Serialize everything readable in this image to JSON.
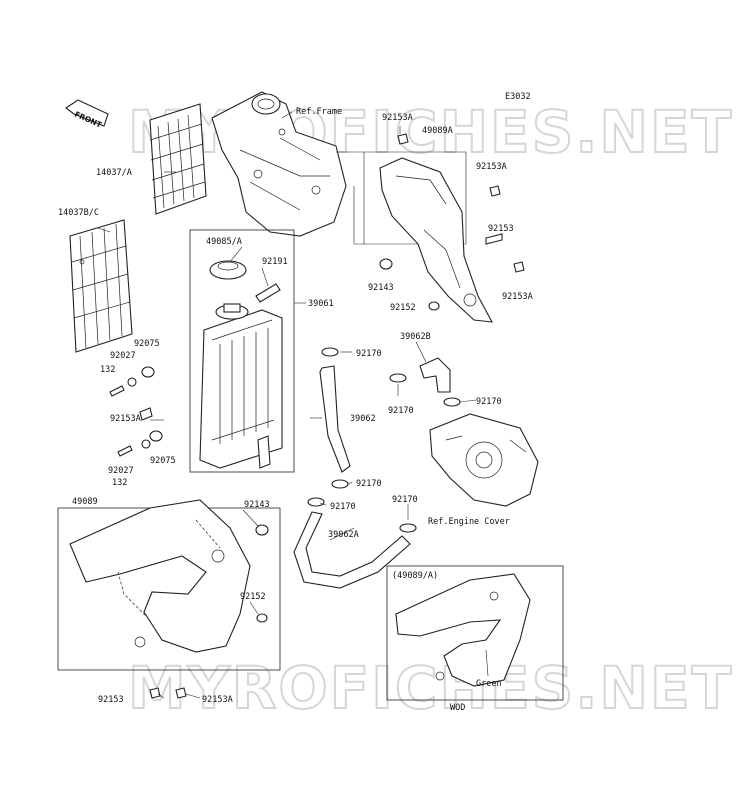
{
  "diagram_code": "E3032",
  "watermark": [
    "MYROFICHES.NET",
    "MYROFICHES.NET"
  ],
  "front_arrow": "FRONT",
  "labels": {
    "ref_frame": "Ref.Frame",
    "p92153A_top": "92153A",
    "p49089A": "49089A",
    "p92153A_r1": "92153A",
    "p92153_r": "92153",
    "p92143_r": "92143",
    "p92152_r": "92152",
    "p92153A_r2": "92153A",
    "p14037A": "14037/A",
    "p14037BC": "14037B/C",
    "p49085A": "49085/A",
    "p92191": "92191",
    "p39061": "39061",
    "p92075_a": "92075",
    "p92027_a": "92027",
    "p132_a": "132",
    "p92153A_l": "92153A",
    "p92075_b": "92075",
    "p92027_b": "92027",
    "p132_b": "132",
    "p39062B": "39062B",
    "p92170_a": "92170",
    "p92170_b": "92170",
    "p92170_c": "92170",
    "p39062": "39062",
    "p92170_d": "92170",
    "p92170_e": "92170",
    "p92170_f": "92170",
    "ref_engine_cover": "Ref.Engine Cover",
    "p39062A": "39062A",
    "p49089": "49089",
    "p92143_b": "92143",
    "p92152_b": "92152",
    "p92153_b": "92153",
    "p92153A_b": "92153A",
    "p49089A_inset": "(49089/A)",
    "green": "Green",
    "wod": "WOD"
  }
}
